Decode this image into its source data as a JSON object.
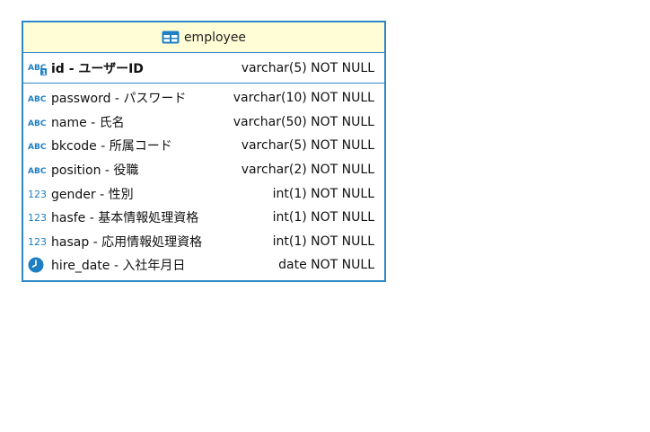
{
  "entity": {
    "name": "employee",
    "primary_key": {
      "name": "id - ユーザーID",
      "type": "varchar(5) NOT NULL",
      "icon": "text-key-icon"
    },
    "columns": [
      {
        "name": "password - パスワード",
        "type": "varchar(10) NOT NULL",
        "icon": "text-icon"
      },
      {
        "name": "name - 氏名",
        "type": "varchar(50) NOT NULL",
        "icon": "text-icon"
      },
      {
        "name": "bkcode - 所属コード",
        "type": "varchar(5) NOT NULL",
        "icon": "text-icon"
      },
      {
        "name": "position - 役職",
        "type": "varchar(2) NOT NULL",
        "icon": "text-icon"
      },
      {
        "name": "gender - 性別",
        "type": "int(1) NOT NULL",
        "icon": "number-icon"
      },
      {
        "name": "hasfe - 基本情報処理資格",
        "type": "int(1) NOT NULL",
        "icon": "number-icon"
      },
      {
        "name": "hasap - 応用情報処理資格",
        "type": "int(1) NOT NULL",
        "icon": "number-icon"
      },
      {
        "name": "hire_date - 入社年月日",
        "type": "date NOT NULL",
        "icon": "clock-icon"
      }
    ]
  },
  "colors": {
    "border": "#2e88c7",
    "header_bg": "#fffdd5",
    "icon_blue": "#1e7fc2"
  }
}
